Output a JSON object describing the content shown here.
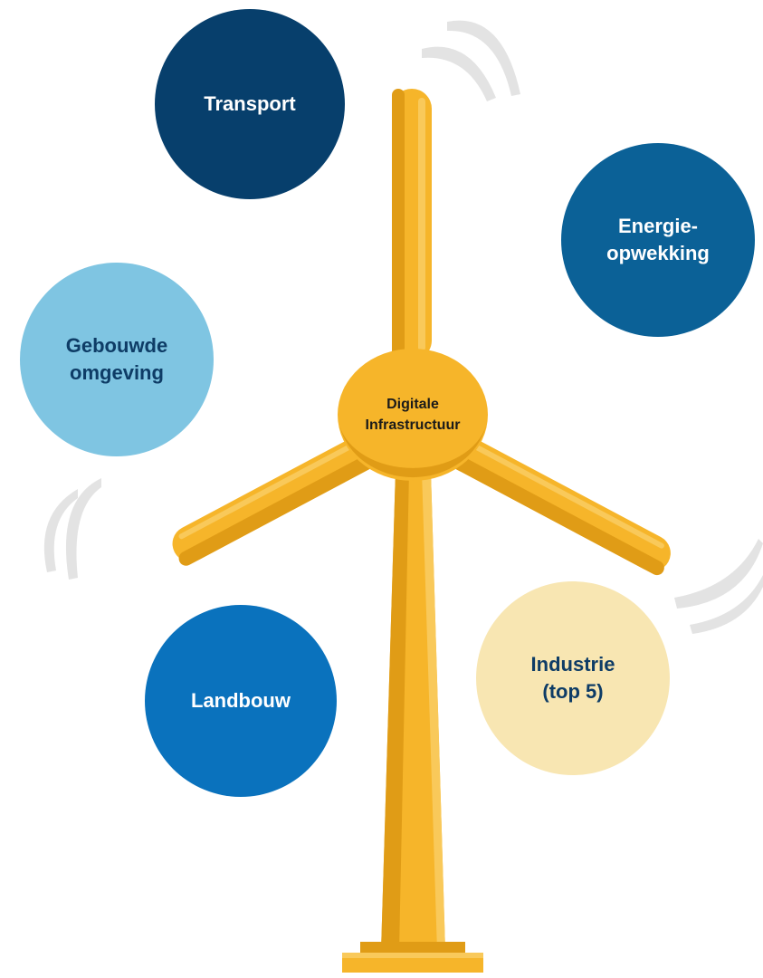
{
  "hub": {
    "label": "Digitale\nInfrastructuur"
  },
  "bubbles": {
    "transport": "Transport",
    "energie": "Energie-\nopwekking",
    "gebouwde": "Gebouwde\nomgeving",
    "landbouw": "Landbouw",
    "industrie": "Industrie\n(top 5)"
  },
  "colors": {
    "transport": "#073f6c",
    "energie": "#0b6197",
    "gebouwde": "#7fc5e2",
    "landbouw": "#0a72bd",
    "industrie": "#f8e6b2",
    "turbine": "#f6b52a",
    "turbine_shade": "#e09c16",
    "swoosh": "#e3e3e3"
  }
}
